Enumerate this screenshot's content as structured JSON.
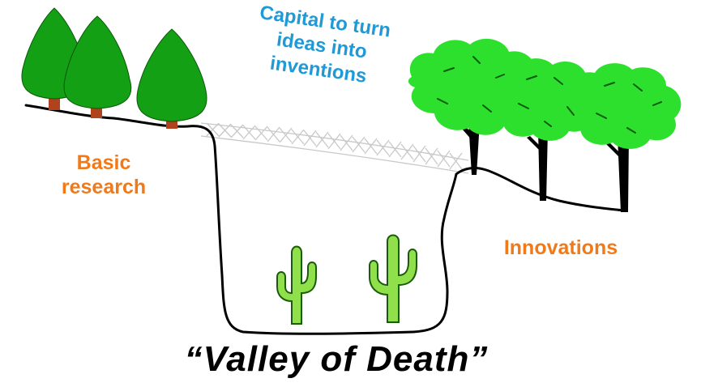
{
  "labels": {
    "capital": [
      "Capital to turn",
      "ideas into",
      "inventions"
    ],
    "basic_research": [
      "Basic",
      "research"
    ],
    "innovations": "Innovations",
    "valley": "“Valley of Death”"
  },
  "colors": {
    "capital_text": "#1f9ad6",
    "orange_text": "#f07a1a",
    "tree_green": "#14a014",
    "leaf_green": "#2ee02e",
    "trunk_red": "#b0421e",
    "cactus_green": "#8fe04a"
  },
  "icons": [
    "pine-tree-icon",
    "deciduous-tree-icon",
    "cactus-icon",
    "bridge-icon"
  ]
}
